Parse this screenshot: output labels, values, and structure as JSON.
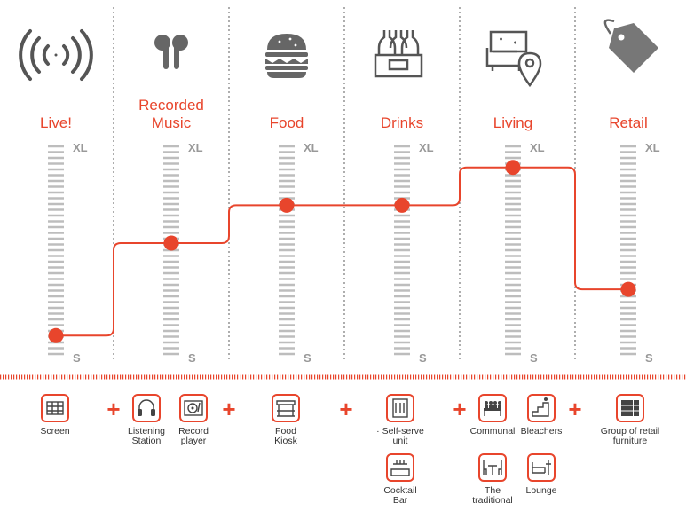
{
  "colors": {
    "accent": "#e8452c",
    "ink": "#333333",
    "scale": "#bdbdbd",
    "divider": "#777777"
  },
  "scale_labels": {
    "top": "XL",
    "bottom": "S"
  },
  "columns": [
    {
      "label_lines": [
        "Live!"
      ],
      "icon": "live-signal-icon",
      "level": 0.1
    },
    {
      "label_lines": [
        "Recorded",
        "Music"
      ],
      "icon": "earbuds-icon",
      "level": 0.54
    },
    {
      "label_lines": [
        "Food"
      ],
      "icon": "burger-icon",
      "level": 0.72
    },
    {
      "label_lines": [
        "Drinks"
      ],
      "icon": "bottle-crate-icon",
      "level": 0.72
    },
    {
      "label_lines": [
        "Living"
      ],
      "icon": "sofa-location-icon",
      "level": 0.9
    },
    {
      "label_lines": [
        "Retail"
      ],
      "icon": "price-tag-icon",
      "level": 0.32
    }
  ],
  "furniture": [
    {
      "label_lines": [
        "Screen"
      ],
      "icon": "screen-grid-icon"
    },
    {
      "label_lines": [
        "Listening",
        "Station"
      ],
      "icon": "headphones-icon"
    },
    {
      "label_lines": [
        "Record",
        "player"
      ],
      "icon": "record-player-icon"
    },
    {
      "label_lines": [
        "Food",
        "Kiosk"
      ],
      "icon": "food-kiosk-icon"
    },
    {
      "label_lines": [
        "· Self-serve",
        "unit"
      ],
      "icon": "self-serve-fridge-icon"
    },
    {
      "label_lines": [
        "Cocktail",
        "Bar"
      ],
      "icon": "cocktail-bar-icon"
    },
    {
      "label_lines": [
        "Communal"
      ],
      "icon": "communal-table-icon"
    },
    {
      "label_lines": [
        "Bleachers"
      ],
      "icon": "bleachers-icon"
    },
    {
      "label_lines": [
        "The",
        "traditional"
      ],
      "icon": "table-chairs-icon"
    },
    {
      "label_lines": [
        "Lounge"
      ],
      "icon": "lounge-chair-icon"
    },
    {
      "label_lines": [
        "Group of retail",
        "furniture"
      ],
      "icon": "retail-shelves-icon"
    }
  ],
  "plus_sign": "+"
}
